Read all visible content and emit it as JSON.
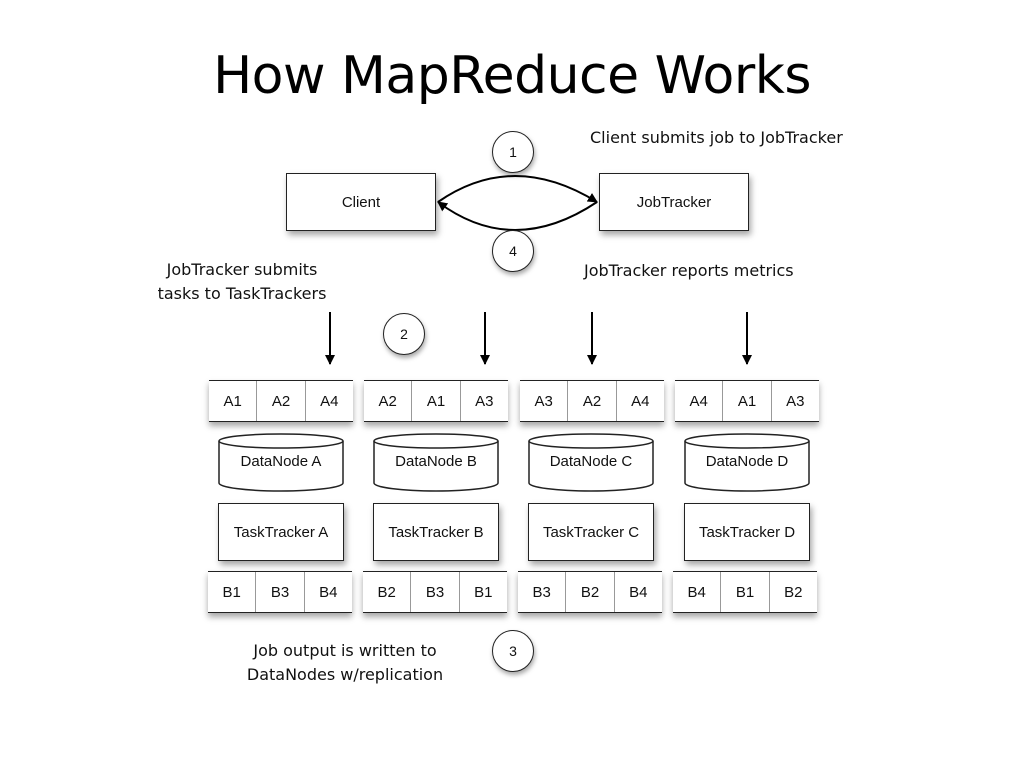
{
  "title": "How MapReduce Works",
  "captions": {
    "step1": "Client submits job to JobTracker",
    "step4": "JobTracker reports metrics",
    "step2_line1": "JobTracker submits",
    "step2_line2": "tasks to TaskTrackers",
    "step3_line1": "Job output is written to",
    "step3_line2": "DataNodes w/replication"
  },
  "nodes": {
    "client": "Client",
    "jobtracker": "JobTracker"
  },
  "steps": [
    "1",
    "2",
    "3",
    "4"
  ],
  "clusters": [
    {
      "input_blocks": [
        "A1",
        "A2",
        "A4"
      ],
      "datanode": "DataNode A",
      "tasktracker": "TaskTracker A",
      "output_blocks": [
        "B1",
        "B3",
        "B4"
      ]
    },
    {
      "input_blocks": [
        "A2",
        "A1",
        "A3"
      ],
      "datanode": "DataNode B",
      "tasktracker": "TaskTracker B",
      "output_blocks": [
        "B2",
        "B3",
        "B1"
      ]
    },
    {
      "input_blocks": [
        "A3",
        "A2",
        "A4"
      ],
      "datanode": "DataNode C",
      "tasktracker": "TaskTracker C",
      "output_blocks": [
        "B3",
        "B2",
        "B4"
      ]
    },
    {
      "input_blocks": [
        "A4",
        "A1",
        "A3"
      ],
      "datanode": "DataNode D",
      "tasktracker": "TaskTracker D",
      "output_blocks": [
        "B4",
        "B1",
        "B2"
      ]
    }
  ]
}
